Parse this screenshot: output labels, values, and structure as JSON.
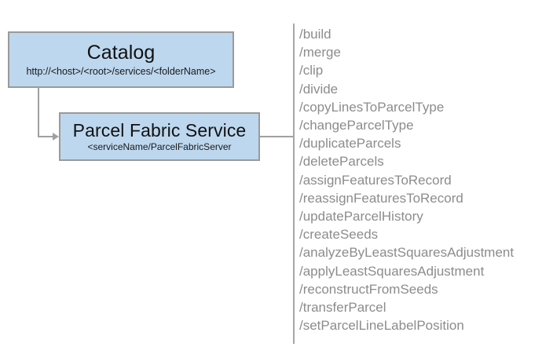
{
  "diagram": {
    "nodes": [
      {
        "title": "Catalog",
        "subtitle": "http://<host>/<root>/services/<folderName>"
      },
      {
        "title": "Parcel Fabric Service",
        "subtitle": "<serviceName/ParcelFabricServer"
      }
    ],
    "operations": [
      "/build",
      "/merge",
      "/clip",
      "/divide",
      "/copyLinesToParcelType",
      "/changeParcelType",
      "/duplicateParcels",
      "/deleteParcels",
      "/assignFeaturesToRecord",
      "/reassignFeaturesToRecord",
      "/updateParcelHistory",
      "/createSeeds",
      "/analyzeByLeastSquaresAdjustment",
      "/applyLeastSquaresAdjustment",
      "/reconstructFromSeeds",
      "/transferParcel",
      "/setParcelLineLabelPosition"
    ],
    "colors": {
      "node_fill": "#bdd7ee",
      "node_border": "#9a9a9a",
      "connector": "#a0a0a0",
      "operation_text": "#8c8c8c",
      "background": "#ffffff"
    }
  }
}
